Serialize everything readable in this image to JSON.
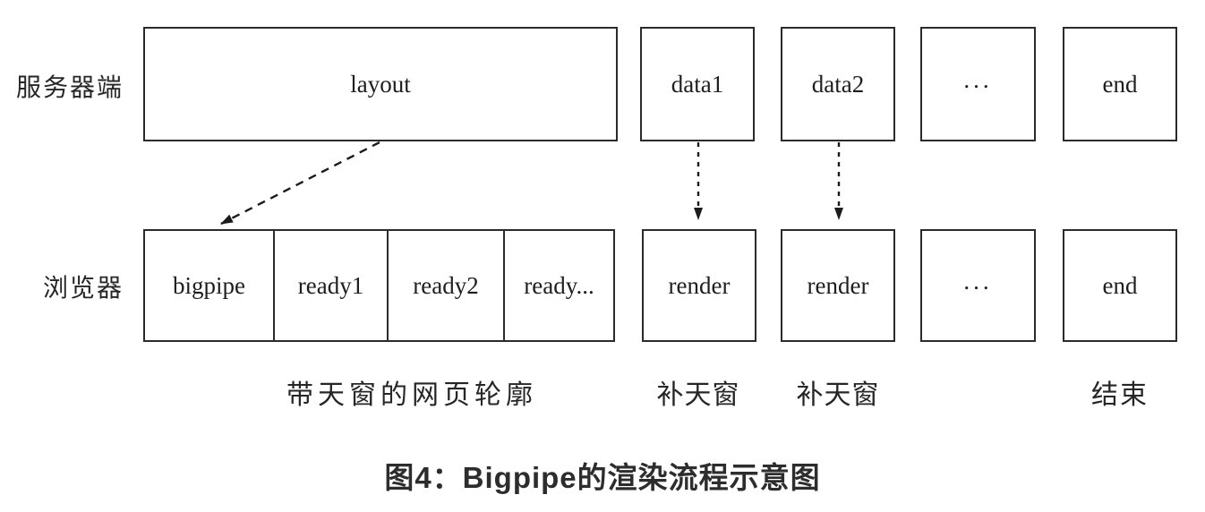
{
  "rows": {
    "server": {
      "label": "服务器端",
      "boxes": [
        {
          "label": "layout"
        },
        {
          "label": "data1"
        },
        {
          "label": "data2"
        },
        {
          "label": "..."
        },
        {
          "label": "end"
        }
      ]
    },
    "browser": {
      "label": "浏览器",
      "segments": [
        {
          "label": "bigpipe"
        },
        {
          "label": "ready1"
        },
        {
          "label": "ready2"
        },
        {
          "label": "ready..."
        }
      ],
      "boxes": [
        {
          "label": "render"
        },
        {
          "label": "render"
        },
        {
          "label": "..."
        },
        {
          "label": "end"
        }
      ]
    }
  },
  "annotations": [
    {
      "label": "带天窗的网页轮廓"
    },
    {
      "label": "补天窗"
    },
    {
      "label": "补天窗"
    },
    {
      "label": "结束"
    }
  ],
  "caption": "图4：Bigpipe的渲染流程示意图",
  "colors": {
    "line": "#2b2b2b",
    "text": "#1e1e1e",
    "caption_text": "#2d2d2d",
    "background": "#ffffff"
  }
}
